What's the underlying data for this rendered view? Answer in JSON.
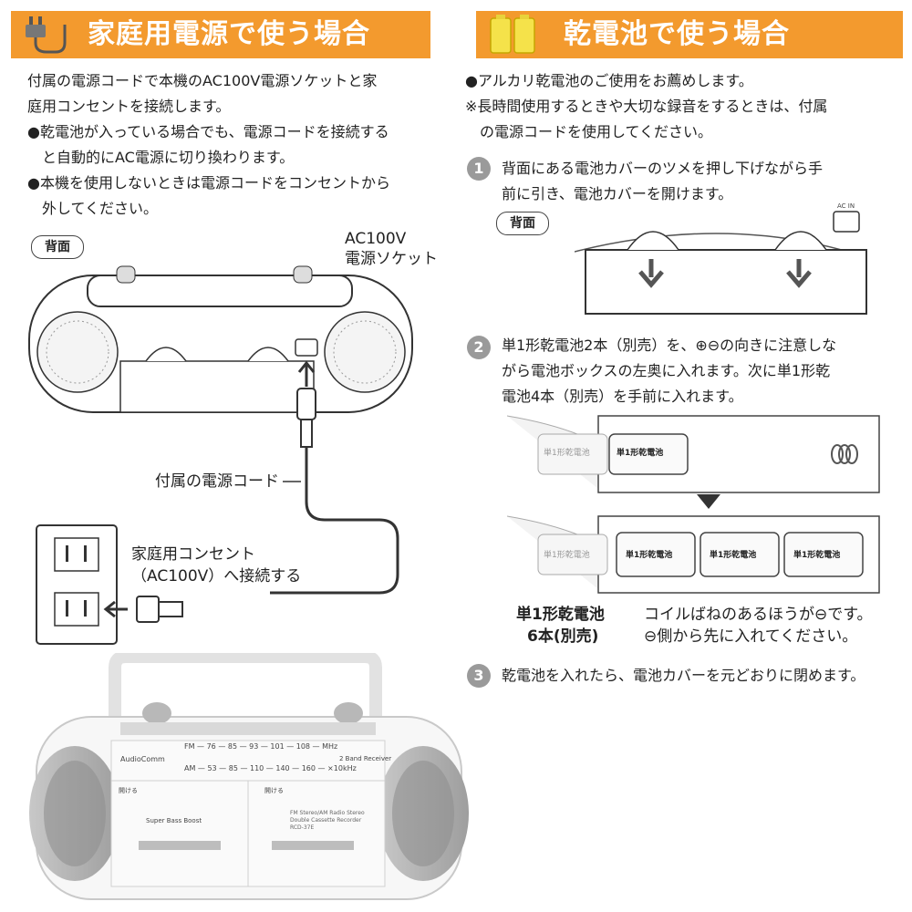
{
  "left": {
    "title": "家庭用電源で使う場合",
    "intro": [
      "付属の電源コードで本機のAC100V電源ソケットと家",
      "庭用コンセントを接続します。"
    ],
    "bullets": [
      [
        "●乾電池が入っている場合でも、電源コードを接続する",
        "　と自動的にAC電源に切り換わります。"
      ],
      [
        "●本機を使用しないときは電源コードをコンセントから",
        "　外してください。"
      ]
    ],
    "back_tag": "背面",
    "socket_label": [
      "AC100V",
      "電源ソケット"
    ],
    "cord_label": "付属の電源コード",
    "outlet_label": [
      "家庭用コンセント",
      "（AC100V）へ接続する"
    ]
  },
  "right": {
    "title": "乾電池で使う場合",
    "notes": [
      "●アルカリ乾電池のご使用をお薦めします。",
      "※長時間使用するときや大切な録音をするときは、付属",
      "　の電源コードを使用してください。"
    ],
    "steps": [
      {
        "num": "1",
        "lines": [
          "背面にある電池カバーのツメを押し下げながら手",
          "前に引き、電池カバーを開けます。"
        ]
      },
      {
        "num": "2",
        "lines": [
          "単1形乾電池2本（別売）を、⊕⊖の向きに注意しな",
          "がら電池ボックスの左奥に入れます。次に単1形乾",
          "電池4本（別売）を手前に入れます。"
        ]
      },
      {
        "num": "3",
        "lines": [
          "乾電池を入れたら、電池カバーを元どおりに閉めます。"
        ]
      }
    ],
    "back_tag": "背面",
    "ac_in_label": "AC IN",
    "battery_label": "単1形乾電池",
    "battery_count": [
      "単1形乾電池",
      "6本(別売)"
    ],
    "coil_note": [
      "コイルばねのあるほうが⊖です。",
      "⊖側から先に入れてください。"
    ]
  },
  "device": {
    "brand": "AudioComm",
    "band_label": "2 Band Receiver",
    "fm_scale": "FM — 76 — 85 — 93 — 101 — 108 — MHz",
    "am_scale": "AM — 53 — 85 — 110 — 140 — 160 — ×10kHz",
    "bass_label": "Super Bass Boost",
    "model_text": "FM Stereo/AM Radio Stereo Double Cassette Recorder RCD-37E",
    "eject_left": "開ける",
    "eject_right": "開ける"
  },
  "colors": {
    "banner": "#f39a2e",
    "accent_gray": "#9a9a9a"
  }
}
